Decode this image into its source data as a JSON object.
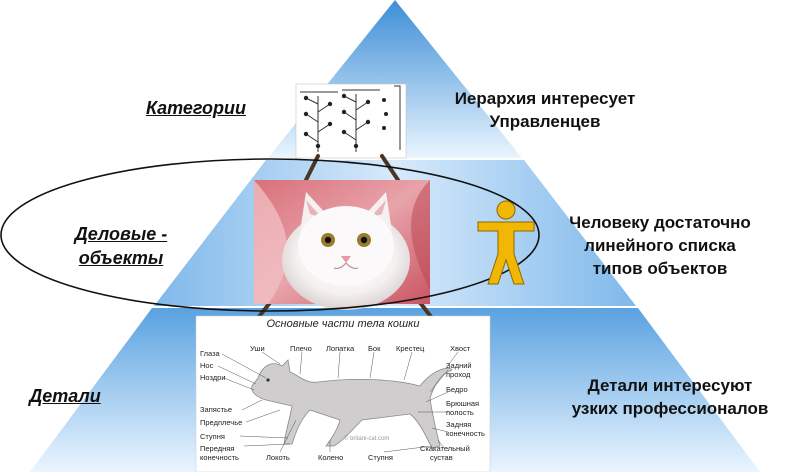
{
  "tiers": {
    "top": {
      "label": "Категории",
      "note": [
        "Иерархия интересует",
        "Управленцев"
      ]
    },
    "middle": {
      "label": [
        "Деловые -",
        "объекты"
      ],
      "note": [
        "Человеку достаточно",
        "линейного списка",
        "типов объектов"
      ]
    },
    "bottom": {
      "label": "Детали",
      "note": [
        "Детали интересуют",
        "узких профессионалов"
      ]
    }
  },
  "cat_diagram": {
    "title": "Основные части тела кошки",
    "watermark": "© britani-cat.com",
    "parts": {
      "glaza": "Глаза",
      "nos": "Нос",
      "nozdri": "Ноздри",
      "ushi": "Уши",
      "plecho": "Плечо",
      "lopatka": "Лопатка",
      "bok": "Бок",
      "krestec": "Крестец",
      "hvost": "Хвост",
      "zadniy_prohod": [
        "Задний",
        "проход"
      ],
      "bedro": "Бедро",
      "bryushnaya_polost": [
        "Брюшная",
        "полость"
      ],
      "zadnyaya_konechnost": [
        "Задняя",
        "конечность"
      ],
      "zapyaste": "Запястье",
      "predplechye": "Предплечье",
      "stupnya_front": "Ступня",
      "perednyaya_konechnost": [
        "Передняя",
        "конечность"
      ],
      "lokot": "Локоть",
      "koleno": "Колено",
      "stupnya_back": "Ступня",
      "skakatelny_sustav": [
        "Скакательный",
        "сустав"
      ]
    }
  },
  "colors": {
    "pyramid_top": "#3f8fd6",
    "pyramid_light": "#e9f4ff",
    "band": "#bfdcf6",
    "person": "#f2b705",
    "connector": "#4a3626"
  },
  "icons": {
    "person": "person-icon",
    "tree": "hierarchy-tree-icon",
    "cat": "cat-photo"
  }
}
